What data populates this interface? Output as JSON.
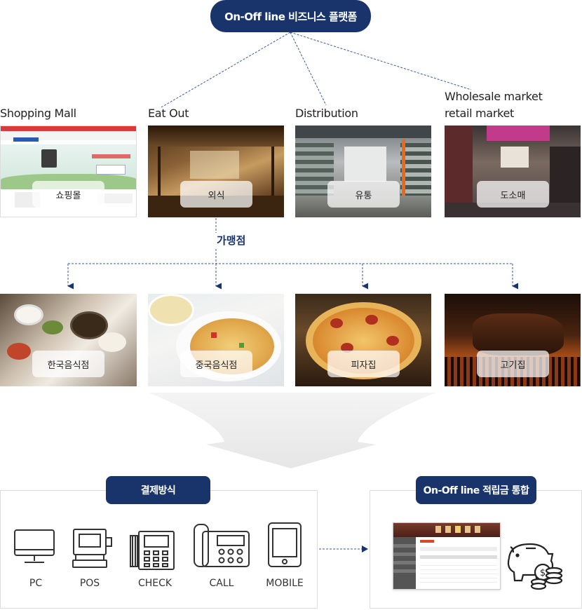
{
  "top_title": "On-Off line 비즈니스 플랫폼",
  "categories": [
    {
      "label": "Shopping Mall",
      "tag": "쇼핑몰"
    },
    {
      "label": "Eat Out",
      "tag": "외식"
    },
    {
      "label": "Distribution",
      "tag": "유통"
    },
    {
      "label_line1": "Wholesale market",
      "label_line2": "retail market",
      "tag": "도소매"
    }
  ],
  "franchise_label": "가맹점",
  "restaurants": [
    {
      "tag": "한국음식점"
    },
    {
      "tag": "중국음식점"
    },
    {
      "tag": "피자집"
    },
    {
      "tag": "고기집"
    }
  ],
  "payment": {
    "title": "결제방식",
    "devices": [
      {
        "label": "PC",
        "icon": "monitor-icon"
      },
      {
        "label": "POS",
        "icon": "pos-terminal-icon"
      },
      {
        "label": "CHECK",
        "icon": "card-terminal-icon"
      },
      {
        "label": "CALL",
        "icon": "telephone-icon"
      },
      {
        "label": "MOBILE",
        "icon": "smartphone-icon"
      }
    ]
  },
  "points": {
    "title": "On-Off line 적립금 통합",
    "icon": "piggy-bank-coins-icon"
  },
  "colors": {
    "navy": "#18346b",
    "dashed": "#3a5a9a"
  }
}
